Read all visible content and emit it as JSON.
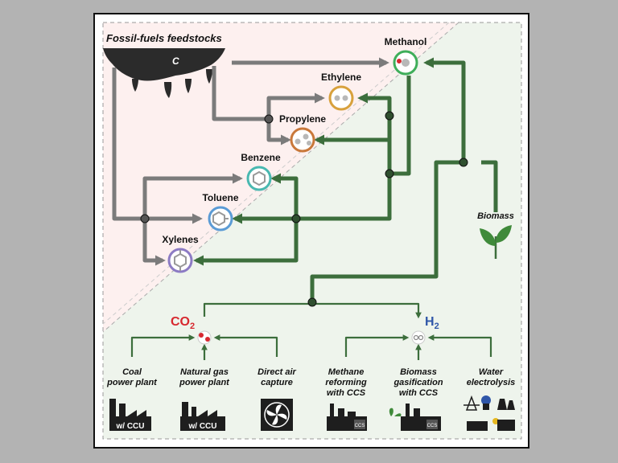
{
  "title": "Fossil-fuels feedstocks",
  "fossil_symbol": "C",
  "chemicals": {
    "methanol": "Methanol",
    "ethylene": "Ethylene",
    "propylene": "Propylene",
    "benzene": "Benzene",
    "toluene": "Toluene",
    "xylenes": "Xylenes"
  },
  "biomass": "Biomass",
  "co2": {
    "main": "CO",
    "sub": "2"
  },
  "h2": {
    "main": "H",
    "sub": "2"
  },
  "co2_sources": {
    "coal": [
      "Coal",
      "power plant"
    ],
    "natural_gas": [
      "Natural gas",
      "power plant"
    ],
    "direct_air": [
      "Direct air",
      "capture"
    ]
  },
  "h2_sources": {
    "methane": [
      "Methane",
      "reforming",
      "with CCS"
    ],
    "biomass_gas": [
      "Biomass",
      "gasification",
      "with CCS"
    ],
    "water": [
      "Water",
      "electrolysis"
    ]
  },
  "ccu_label": "w/ CCU",
  "ccs_label": "CCS",
  "colors": {
    "fossil": "#7b7b7b",
    "green": "#3c6e3c",
    "co2": "#d7282f",
    "h2": "#2f56a8",
    "methanol_ring": "#3fae5a",
    "ethylene_ring": "#d8a13c",
    "propylene_ring": "#c9783a",
    "benzene_ring": "#49b8b0",
    "toluene_ring": "#5b9bd5",
    "xylenes_ring": "#8c7bc4"
  }
}
